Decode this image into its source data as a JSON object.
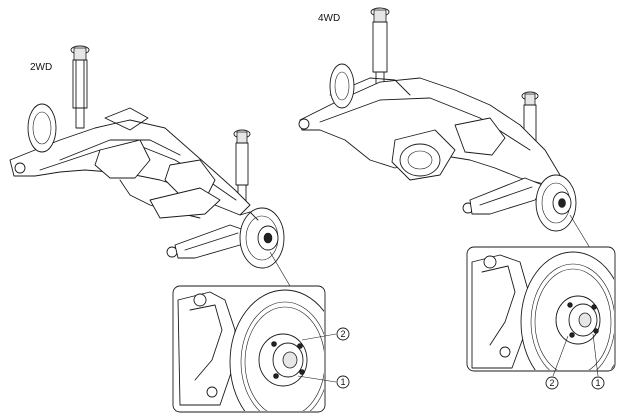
{
  "labels": {
    "left_assembly": "2WD",
    "right_assembly": "4WD"
  },
  "callouts": {
    "left_detail": [
      {
        "num": "2"
      },
      {
        "num": "1"
      }
    ],
    "right_detail": [
      {
        "num": "2"
      },
      {
        "num": "1"
      }
    ]
  }
}
